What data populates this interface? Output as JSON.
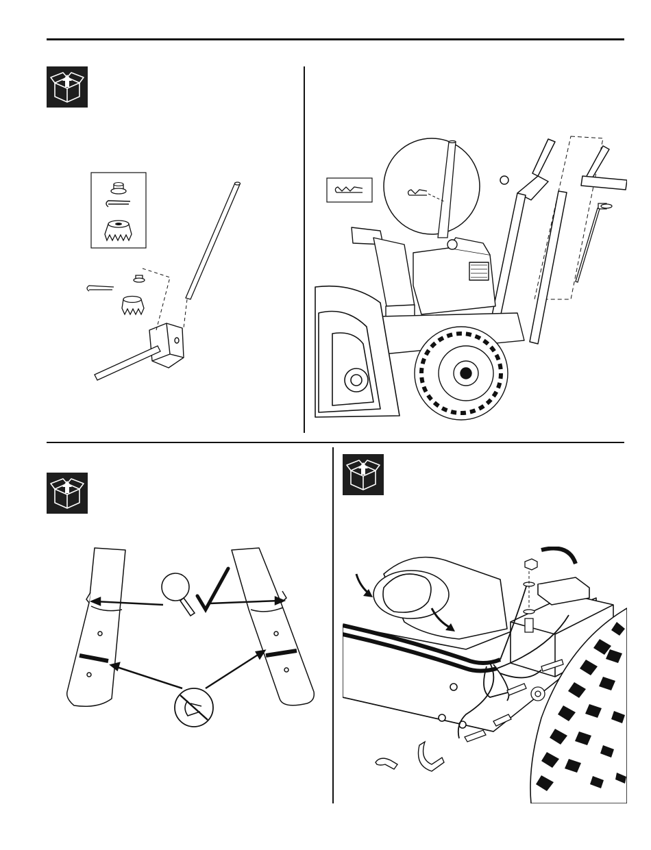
{
  "page": {
    "background": "#ffffff",
    "ink": "#111111"
  },
  "panels": [
    {
      "id": "shift-rod-assembly",
      "icon": "parts-box-icon",
      "hardware_inset_icons": [
        "nut-icon",
        "cotter-pin-icon",
        "gear-icon"
      ],
      "illustration": "shift-rod-illustration"
    },
    {
      "id": "chute-crank-assembly",
      "hardware_inset_icons": [
        "hairpin-clip-icon"
      ],
      "illustration": "snowblower-illustration"
    },
    {
      "id": "skid-inspection",
      "icon": "parts-box-icon",
      "inset_icons": [
        "magnifier-icon",
        "checkmark-icon",
        "no-clip-icon"
      ],
      "illustration": "skid-shoes-illustration"
    },
    {
      "id": "battery-wiring",
      "icon": "parts-box-icon",
      "illustration": "battery-wiring-illustration"
    }
  ]
}
